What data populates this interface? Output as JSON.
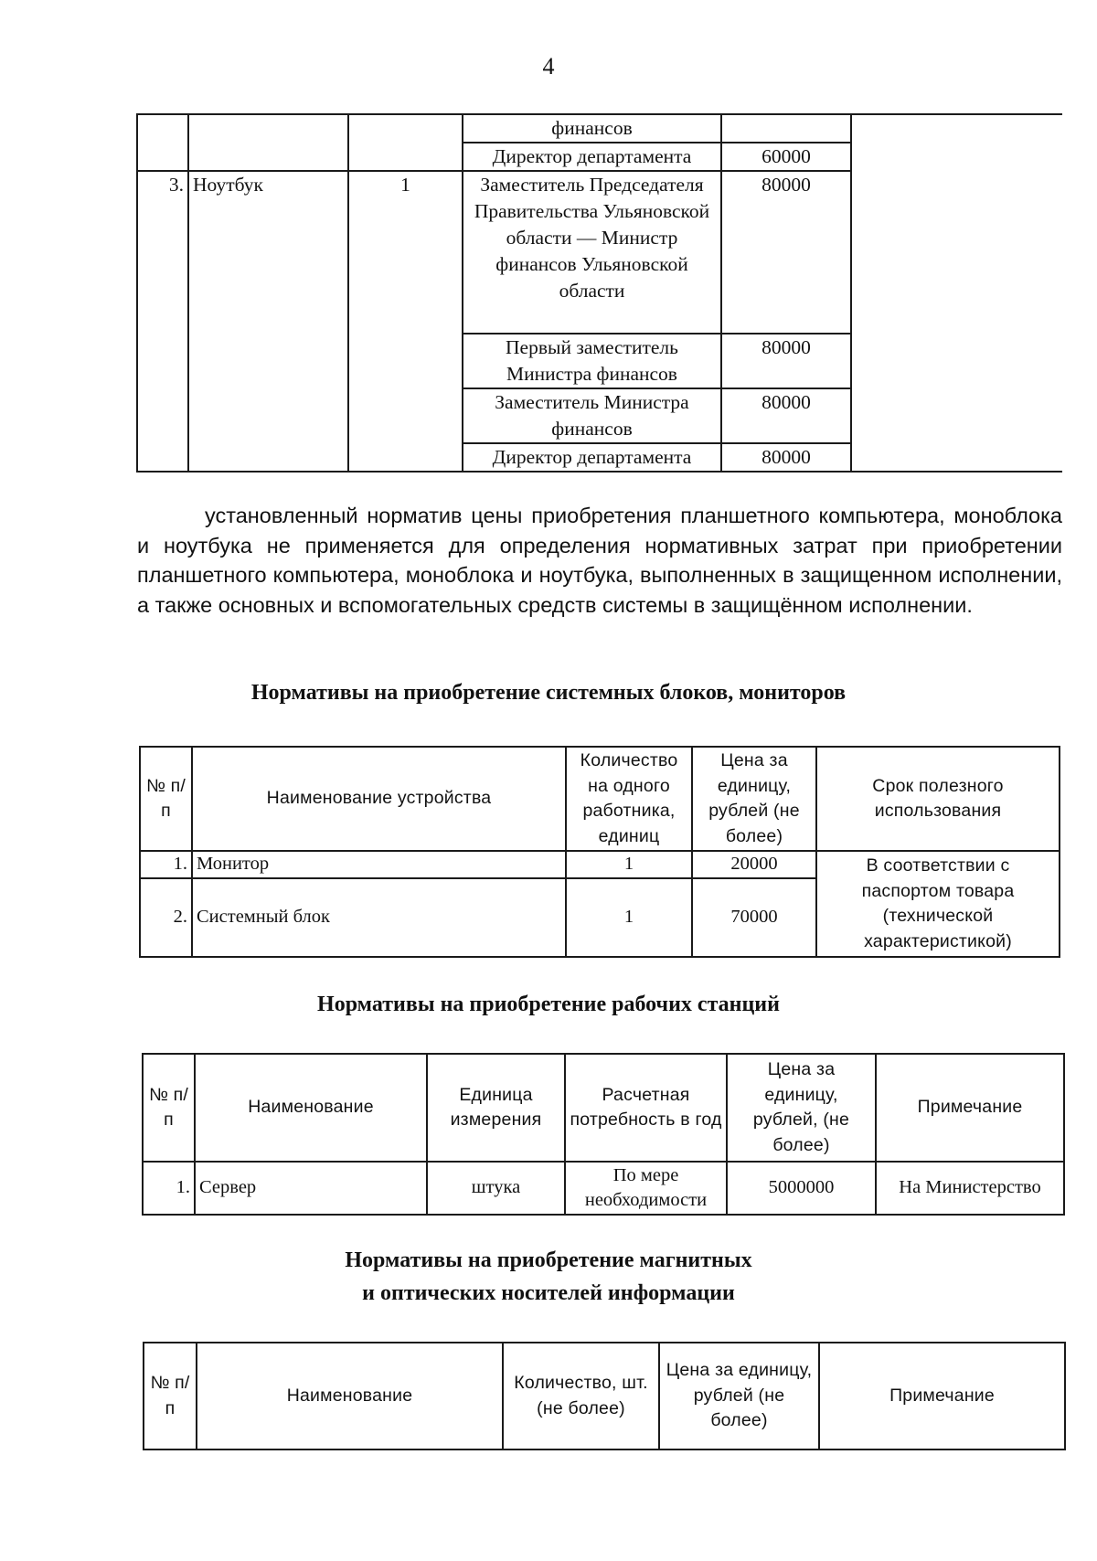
{
  "page_number": "4",
  "top_table": {
    "row1": {
      "num": "",
      "name": "",
      "qty": "",
      "position": "финансов",
      "price": ""
    },
    "row2": {
      "position": "Директор департамента",
      "price": "60000"
    },
    "group": {
      "num": "3.",
      "name": "Ноутбук",
      "qty": "1",
      "sub": [
        {
          "position": "Заместитель Председателя Правительства Ульяновской области — Министр финансов Ульяновской области",
          "price": "80000"
        },
        {
          "position": "Первый заместитель Министра финансов",
          "price": "80000"
        },
        {
          "position": "Заместитель Министра финансов",
          "price": "80000"
        },
        {
          "position": "Директор департамента",
          "price": "80000"
        }
      ]
    }
  },
  "paragraph": "установленный норматив цены приобретения планшетного компьютера, моноблока и ноутбука не применяется для определения нормативных затрат при приобретении планшетного компьютера, моноблока и ноутбука, выполненных в защищенном исполнении, а также основных и вспомогательных средств системы в защищённом исполнении.",
  "section1": {
    "title": "Нормативы на приобретение системных блоков, мониторов",
    "headers": {
      "num": "№ п/п",
      "name": "Наименование устройства",
      "qty": "Количество на одного работника, единиц",
      "price": "Цена за единицу, рублей (не более)",
      "term": "Срок полезного использования"
    },
    "rows": [
      {
        "num": "1.",
        "name": "Монитор",
        "qty": "1",
        "price": "20000"
      },
      {
        "num": "2.",
        "name": "Системный блок",
        "qty": "1",
        "price": "70000"
      }
    ],
    "term_value": "В соответствии с паспортом товара (технической характеристикой)"
  },
  "section2": {
    "title": "Нормативы на приобретение рабочих станций",
    "headers": {
      "num": "№ п/п",
      "name": "Наименование",
      "unit": "Единица измерения",
      "need": "Расчетная потребность в год",
      "price": "Цена за единицу, рублей, (не более)",
      "note": "Примечание"
    },
    "rows": [
      {
        "num": "1.",
        "name": "Сервер",
        "unit": "штука",
        "need": "По мере необходимости",
        "price": "5000000",
        "note": "На Министерство"
      }
    ]
  },
  "section3": {
    "title_line1": "Нормативы на приобретение магнитных",
    "title_line2": "и оптических носителей информации",
    "headers": {
      "num": "№ п/п",
      "name": "Наименование",
      "qty": "Количество, шт. (не более)",
      "price": "Цена за единицу, рублей (не более)",
      "note": "Примечание"
    }
  }
}
